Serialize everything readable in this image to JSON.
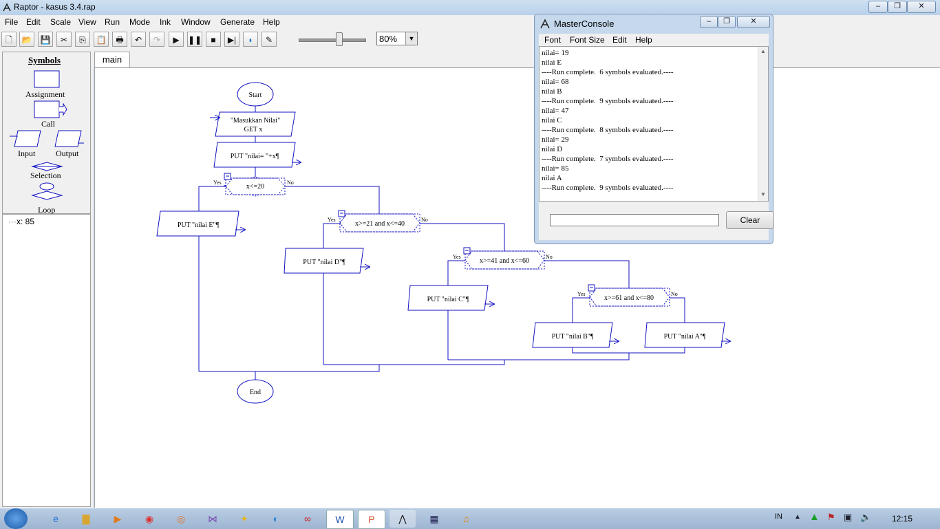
{
  "window": {
    "title": "Raptor - kasus 3.4.rap"
  },
  "menu": [
    "File",
    "Edit",
    "Scale",
    "View",
    "Run",
    "Mode",
    "Ink",
    "Window",
    "Generate",
    "Help"
  ],
  "toolbar": {
    "zoom": "80%",
    "zoom_slider_level": 0.6
  },
  "symbols": {
    "title": "Symbols",
    "assignment": "Assignment",
    "call": "Call",
    "input": "Input",
    "output": "Output",
    "selection": "Selection",
    "loop": "Loop"
  },
  "variables": [
    "x: 85"
  ],
  "tab": {
    "label": "main"
  },
  "flowchart": {
    "start": "Start",
    "input_prompt": "\"Masukkan Nilai\"",
    "input_get": "GET x",
    "put_nilai": "PUT \"nilai= \"+x¶",
    "cond1": "x<=20",
    "cond2": "x>=21 and x<=40",
    "cond3": "x>=41 and x<=60",
    "cond4": "x>=61 and x<=80",
    "yes": "Yes",
    "no": "No",
    "out_e": "PUT \"nilai E\"¶",
    "out_d": "PUT \"nilai D\"¶",
    "out_c": "PUT \"nilai C\"¶",
    "out_b": "PUT \"nilai B\"¶",
    "out_a": "PUT \"nilai A\"¶",
    "end": "End"
  },
  "console": {
    "title": "MasterConsole",
    "menu": [
      "Font",
      "Font Size",
      "Edit",
      "Help"
    ],
    "lines": [
      "nilai= 19",
      "nilai E",
      "----Run complete.  6 symbols evaluated.----",
      "nilai= 68",
      "nilai B",
      "----Run complete.  9 symbols evaluated.----",
      "nilai= 47",
      "nilai C",
      "----Run complete.  8 symbols evaluated.----",
      "nilai= 29",
      "nilai D",
      "----Run complete.  7 symbols evaluated.----",
      "nilai= 85",
      "nilai A",
      "----Run complete.  9 symbols evaluated.----"
    ],
    "input_value": "",
    "clear_label": "Clear"
  },
  "taskbar": {
    "lang": "IN",
    "clock": "12:15"
  }
}
